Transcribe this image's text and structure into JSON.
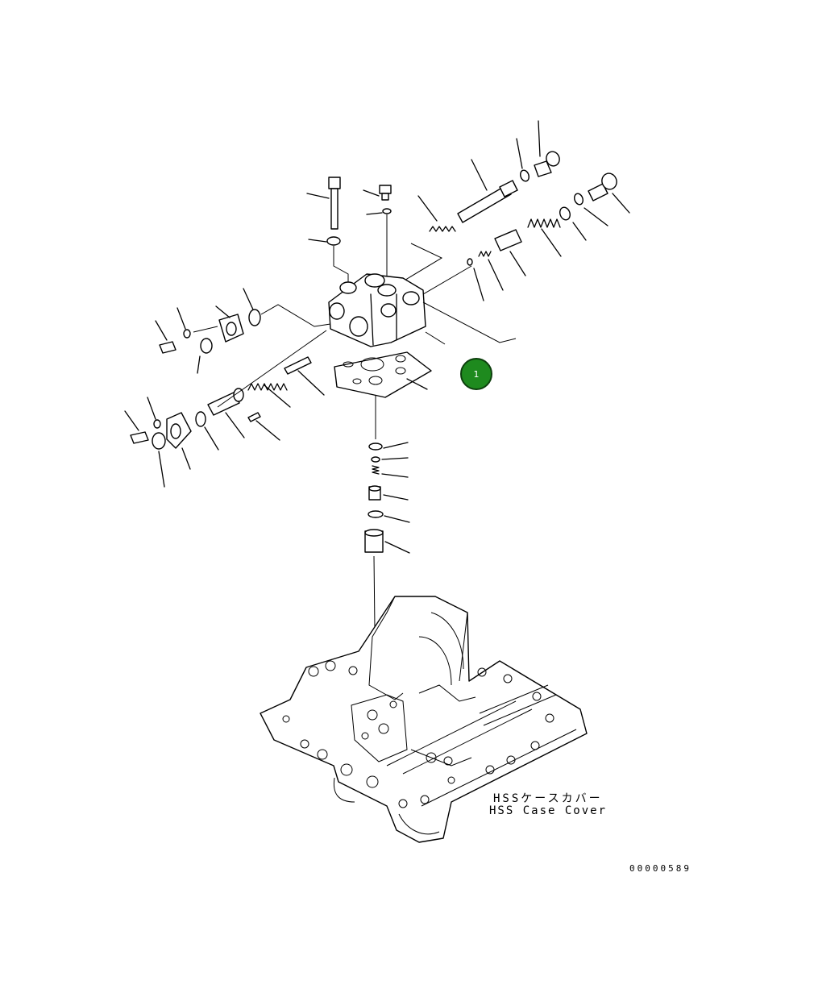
{
  "callout": {
    "number": "1",
    "color": "#1e8a1e"
  },
  "label": {
    "japanese": "HSSケースカバー",
    "english": "HSS Case Cover"
  },
  "drawing_number": "00000589"
}
